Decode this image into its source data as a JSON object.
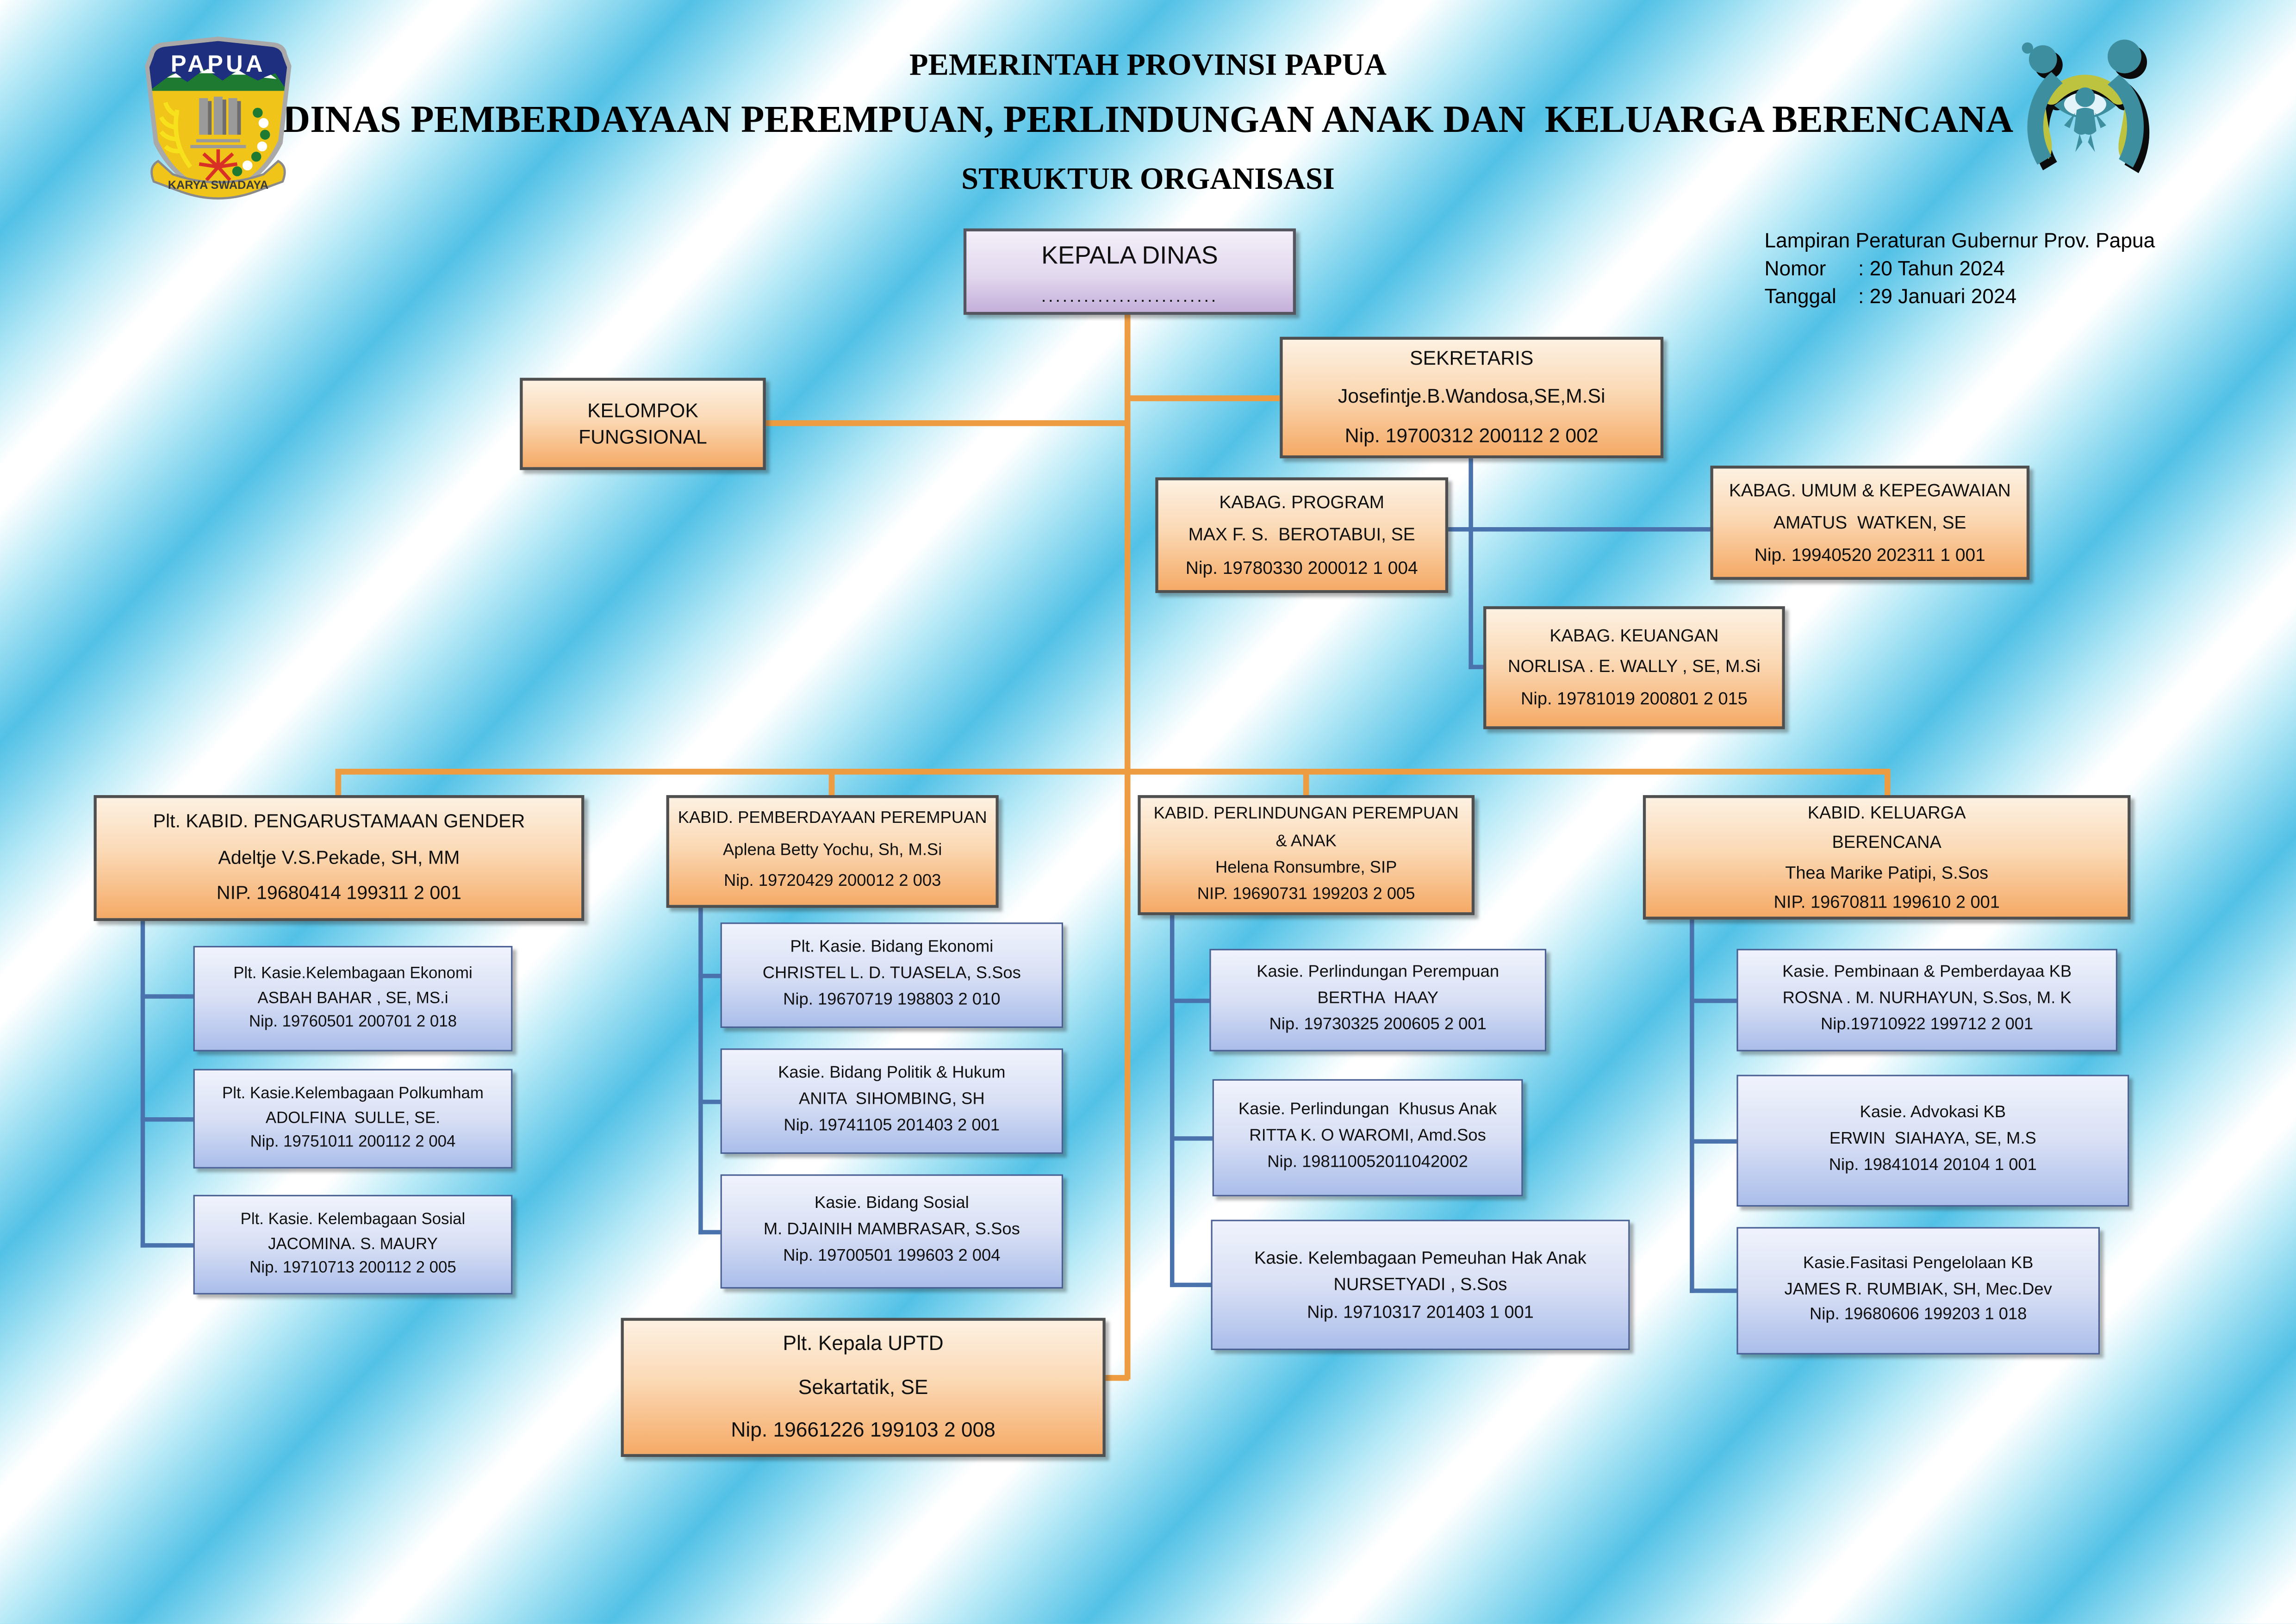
{
  "header": {
    "line1": "PEMERINTAH PROVINSI PAPUA",
    "line2": "DINAS PEMBERDAYAAN PEREMPUAN, PERLINDUNGAN ANAK DAN  KELUARGA BERENCANA",
    "line3": "STRUKTUR ORGANISASI"
  },
  "lampiran": {
    "line1": "Lampiran Peraturan Gubernur Prov. Papua",
    "nomor_label": "Nomor",
    "nomor_value": ": 20 Tahun 2024",
    "tanggal_label": "Tanggal",
    "tanggal_value": ": 29 Januari 2024"
  },
  "logos": {
    "left": {
      "name": "papua-provincial-crest",
      "shield_text": "PAPUA",
      "banner_text": "KARYA SWADAYA"
    },
    "right": {
      "name": "family-planning-logo"
    }
  },
  "nodes": {
    "kepala_dinas": {
      "lines": [
        "KEPALA DINAS",
        "........................."
      ]
    },
    "kelompok_fungsional": {
      "lines": [
        "KELOMPOK",
        "FUNGSIONAL"
      ]
    },
    "sekretaris": {
      "lines": [
        "SEKRETARIS",
        "Josefintje.B.Wandosa,SE,M.Si",
        "Nip. 19700312 200112 2 002"
      ]
    },
    "kabag_program": {
      "lines": [
        "KABAG. PROGRAM",
        "MAX F. S.  BEROTABUI, SE",
        "Nip. 19780330 200012 1 004"
      ]
    },
    "kabag_umum": {
      "lines": [
        "KABAG. UMUM & KEPEGAWAIAN",
        "AMATUS  WATKEN, SE",
        "Nip. 19940520 202311 1 001"
      ]
    },
    "kabag_keuangan": {
      "lines": [
        "KABAG. KEUANGAN",
        "NORLISA . E. WALLY , SE, M.Si",
        "Nip. 19781019 200801 2 015"
      ]
    },
    "uptd": {
      "lines": [
        "Plt. Kepala UPTD",
        "Sekartatik, SE",
        "Nip. 19661226 199103 2 008"
      ]
    }
  },
  "divisions": [
    {
      "kabid": {
        "lines": [
          "Plt. KABID. PENGARUSTAMAAN GENDER",
          "Adeltje V.S.Pekade, SH, MM",
          "NIP. 19680414 199311 2 001"
        ]
      },
      "kasie": [
        {
          "lines": [
            "Plt. Kasie.Kelembagaan Ekonomi",
            "ASBAH BAHAR , SE, MS.i",
            "Nip. 19760501 200701 2 018"
          ]
        },
        {
          "lines": [
            "Plt. Kasie.Kelembagaan Polkumham",
            "ADOLFINA  SULLE, SE.",
            "Nip. 19751011 200112 2 004"
          ]
        },
        {
          "lines": [
            "Plt. Kasie. Kelembagaan Sosial",
            "JACOMINA. S. MAURY",
            "Nip. 19710713 200112 2 005"
          ]
        }
      ]
    },
    {
      "kabid": {
        "lines": [
          "KABID. PEMBERDAYAAN PEREMPUAN",
          "Aplena Betty Yochu, Sh, M.Si",
          "Nip. 19720429 200012 2 003"
        ]
      },
      "kasie": [
        {
          "lines": [
            "Plt. Kasie. Bidang Ekonomi",
            "CHRISTEL L. D. TUASELA, S.Sos",
            "Nip. 19670719 198803 2 010"
          ]
        },
        {
          "lines": [
            "Kasie. Bidang Politik & Hukum",
            "ANITA  SIHOMBING, SH",
            "Nip. 19741105 201403 2 001"
          ]
        },
        {
          "lines": [
            "Kasie. Bidang Sosial",
            "M. DJAINIH MAMBRASAR, S.Sos",
            "Nip. 19700501 199603 2 004"
          ]
        }
      ]
    },
    {
      "kabid": {
        "lines": [
          "KABID. PERLINDUNGAN PEREMPUAN",
          "& ANAK",
          "Helena Ronsumbre, SIP",
          "NIP. 19690731 199203 2 005"
        ]
      },
      "kasie": [
        {
          "lines": [
            "Kasie. Perlindungan Perempuan",
            "BERTHA  HAAY",
            "Nip. 19730325 200605 2 001"
          ]
        },
        {
          "lines": [
            "Kasie. Perlindungan  Khusus Anak",
            "RITTA K. O WAROMI, Amd.Sos",
            "Nip. 198110052011042002"
          ]
        },
        {
          "lines": [
            "Kasie. Kelembagaan Pemeuhan Hak Anak",
            "NURSETYADI , S.Sos",
            "Nip. 19710317 201403 1 001"
          ]
        }
      ]
    },
    {
      "kabid": {
        "lines": [
          "KABID. KELUARGA",
          "BERENCANA",
          "Thea Marike Patipi, S.Sos",
          "NIP. 19670811 199610 2 001"
        ]
      },
      "kasie": [
        {
          "lines": [
            "Kasie. Pembinaan & Pemberdayaa KB",
            "ROSNA . M. NURHAYUN, S.Sos, M. K",
            "Nip.19710922 199712 2 001"
          ]
        },
        {
          "lines": [
            "Kasie. Advokasi KB",
            "ERWIN  SIAHAYA, SE, M.S",
            "Nip. 19841014 20104 1 001"
          ]
        },
        {
          "lines": [
            "Kasie.Fasitasi Pengelolaan KB",
            "JAMES R. RUMBIAK, SH, Mec.Dev",
            "Nip. 19680606 199203 1 018"
          ]
        }
      ]
    }
  ],
  "colors": {
    "orange_box_top": "#fdf1e2",
    "orange_box_bottom": "#f5aa66",
    "purple_box_top": "#f4eff9",
    "purple_box_bottom": "#c4afda",
    "blue_box_top": "#f0f3fc",
    "blue_box_bottom": "#aabdea",
    "orange_connector": "#ee9c42",
    "blue_connector": "#4a73ae",
    "background_cyan": "#52c1e6",
    "background_light": "#ffffff"
  }
}
